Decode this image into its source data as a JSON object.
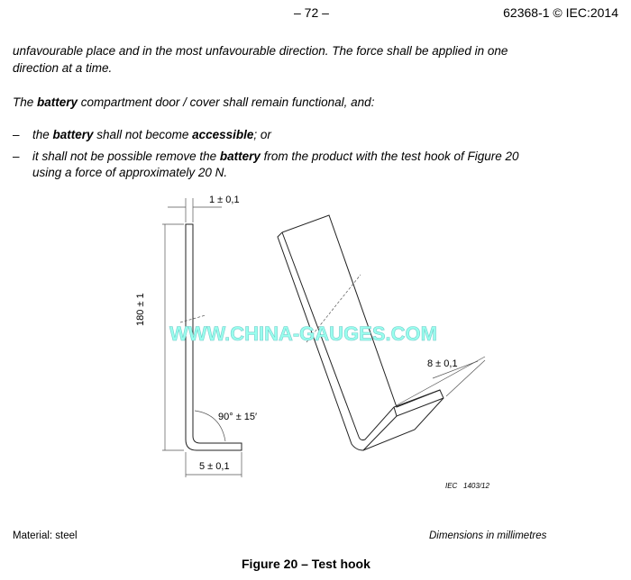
{
  "header": {
    "page_number": "– 72 –",
    "standard": "62368-1 © IEC:2014"
  },
  "text": {
    "line1": "unfavourable place and in the most unfavourable direction. The force shall be applied in one",
    "line2": "direction at a time.",
    "line3_pre": "The ",
    "line3_bold": "battery",
    "line3_post": " compartment door / cover shall remain functional, and:",
    "bullet_dash": "–",
    "bullet1_pre": "the ",
    "bullet1_bold1": "battery",
    "bullet1_mid": " shall not become ",
    "bullet1_bold2": "accessible",
    "bullet1_post": "; or",
    "bullet2_pre": "it shall not be possible remove the ",
    "bullet2_bold": "battery",
    "bullet2_post": " from the product with the test hook of Figure 20",
    "bullet2_cont": "using a force of approximately 20 N."
  },
  "figure": {
    "dim_thickness": "1 ± 0,1",
    "dim_length": "180 ± 1",
    "dim_angle": "90° ± 15′",
    "dim_foot": "5 ± 0,1",
    "dim_width": "8 ± 0,1",
    "ref": "IEC   1403/12",
    "watermark": "WWW.CHINA-GAUGES.COM",
    "material": "Material: steel",
    "units": "Dimensions in millimetres",
    "caption": "Figure 20 – Test hook"
  }
}
